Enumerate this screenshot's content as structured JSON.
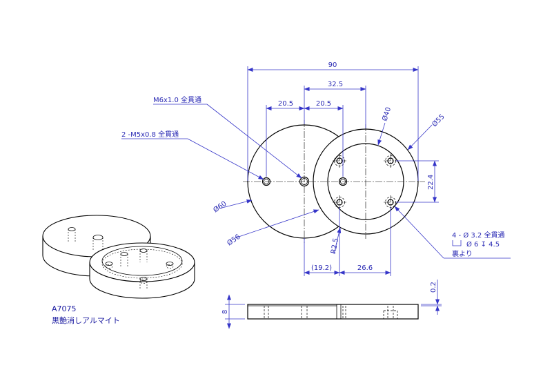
{
  "dimensions": {
    "overall_width": "90",
    "offset_32_5": "32.5",
    "offset_left_20_5": "20.5",
    "offset_right_20_5": "20.5",
    "dia_40": "Ø40",
    "dia_55": "Ø55",
    "dia_60": "Ø60",
    "dia_56": "Ø56",
    "spacing_22_4": "22.4",
    "radius_2_5": "R2.5",
    "ref_19_2": "(19.2)",
    "dist_26_6": "26.6",
    "height_8": "8",
    "step_0_2": "0.2"
  },
  "notes": {
    "m6_tap": "M6x1.0 全貫通",
    "m5_tap": "2 -M5x0.8 全貫通",
    "cbore_line1": "4 - Ø 3.2 全貫通",
    "cbore_line2": "Ø 6 ↧ 4.5",
    "cbore_line3": "裏より"
  },
  "material": {
    "alloy": "A7075",
    "finish": "黒艶消しアルマイト"
  }
}
